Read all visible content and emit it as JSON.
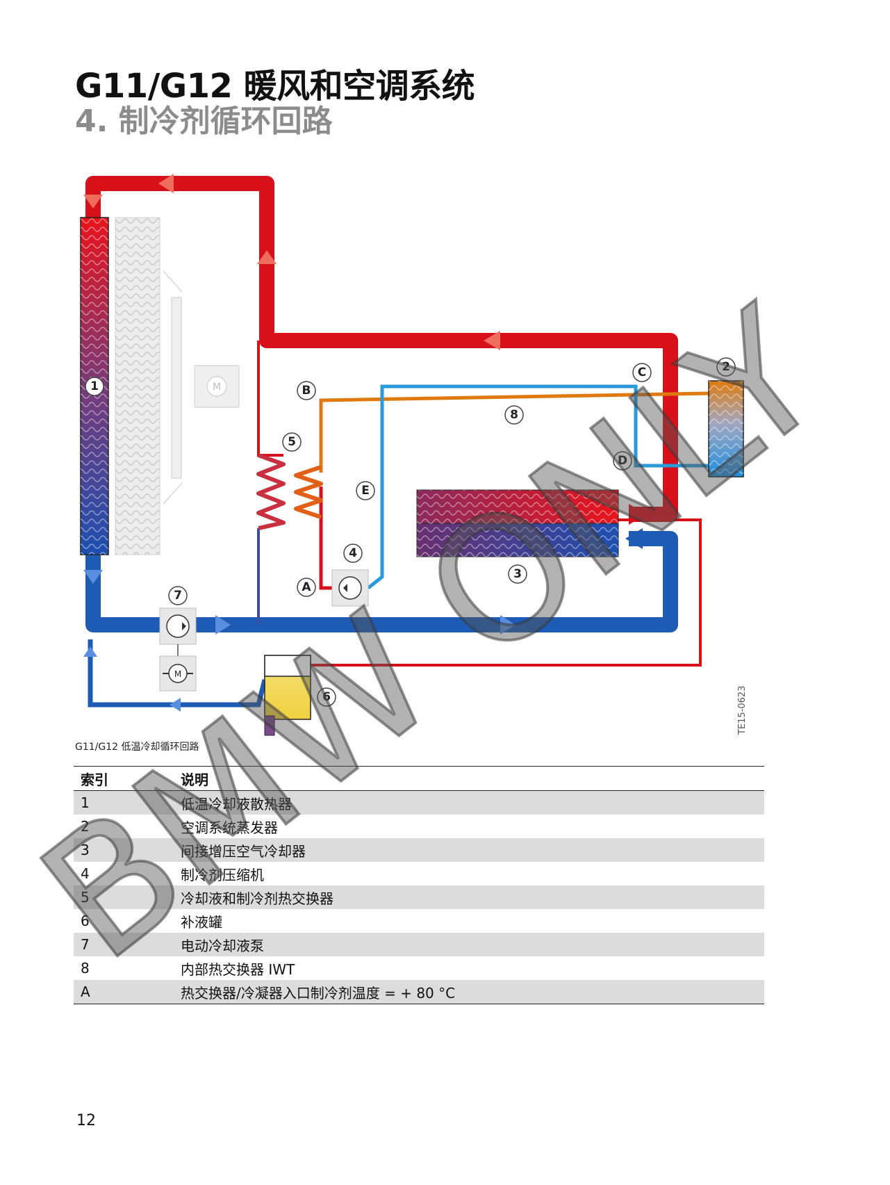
{
  "header": {
    "title": "G11/G12 暖风和空调系统",
    "subtitle": "4. 制冷剂循环回路"
  },
  "diagram": {
    "labels": {
      "n1": "1",
      "n2": "2",
      "n3": "3",
      "n4": "4",
      "n5": "5",
      "n6": "6",
      "n7": "7",
      "n8": "8",
      "A": "A",
      "B": "B",
      "C": "C",
      "D": "D",
      "E": "E"
    },
    "motor_symbol": "M",
    "figure_code": "TE15-0623",
    "colors": {
      "hot": "#d8101a",
      "cold": "#1d5bb5",
      "refrigerant_hot": "#e07a10",
      "refrigerant_cold": "#2a9ad8"
    }
  },
  "caption": "G11/G12 低温冷却循环回路",
  "table": {
    "headers": {
      "index": "索引",
      "description": "说明"
    },
    "rows": [
      {
        "index": "1",
        "description": "低温冷却液散热器"
      },
      {
        "index": "2",
        "description": "空调系统蒸发器"
      },
      {
        "index": "3",
        "description": "间接增压空气冷却器"
      },
      {
        "index": "4",
        "description": "制冷剂压缩机"
      },
      {
        "index": "5",
        "description": "冷却液和制冷剂热交换器"
      },
      {
        "index": "6",
        "description": "补液罐"
      },
      {
        "index": "7",
        "description": "电动冷却液泵"
      },
      {
        "index": "8",
        "description": "内部热交换器 IWT"
      },
      {
        "index": "A",
        "description": "热交换器/冷凝器入口制冷剂温度 = + 80 °C"
      }
    ]
  },
  "watermark": "BMW ONLY",
  "page_number": "12"
}
